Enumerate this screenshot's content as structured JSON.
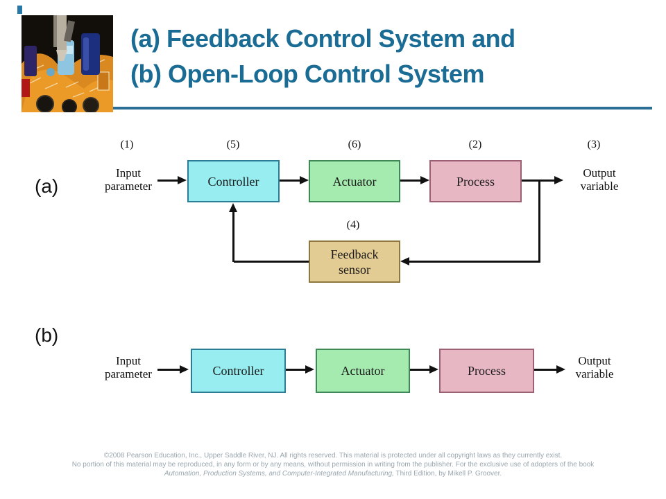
{
  "slide": {
    "title_line1": "(a) Feedback Control System and",
    "title_line2": "(b) Open-Loop Control System"
  },
  "photo": {
    "description": "circuit-board-assembly-photo"
  },
  "diagram_a": {
    "label": "(a)",
    "num_input": "(1)",
    "num_controller": "(5)",
    "num_actuator": "(6)",
    "num_process": "(2)",
    "num_output": "(3)",
    "num_sensor": "(4)",
    "input_line1": "Input",
    "input_line2": "parameter",
    "controller": "Controller",
    "actuator": "Actuator",
    "process": "Process",
    "sensor_line1": "Feedback",
    "sensor_line2": "sensor",
    "output_line1": "Output",
    "output_line2": "variable"
  },
  "diagram_b": {
    "label": "(b)",
    "input_line1": "Input",
    "input_line2": "parameter",
    "controller": "Controller",
    "actuator": "Actuator",
    "process": "Process",
    "output_line1": "Output",
    "output_line2": "variable"
  },
  "footer": {
    "line1": "©2008 Pearson Education, Inc., Upper Saddle River, NJ.  All rights reserved.  This material is protected under all copyright laws as they currently exist.",
    "line2": "No portion of this material may be reproduced, in any form or by any means, without permission in writing from the publisher.  For the exclusive use of adopters of the book",
    "line3_italic": "Automation, Production Systems, and Computer-Integrated Manufacturing,",
    "line3_rest": " Third Edition, by Mikell P. Groover."
  },
  "colors": {
    "title": "#1A6C94",
    "rule": "#2C6F96",
    "controller_fill": "#97EDEF",
    "controller_border": "#2B7C95",
    "actuator_fill": "#A5EBAF",
    "actuator_border": "#3E8A57",
    "process_fill": "#E7B7C4",
    "process_border": "#9C5F74",
    "sensor_fill": "#E3CB94",
    "sensor_border": "#8F7840",
    "footer": "#99A6AE",
    "line": "#111111"
  }
}
